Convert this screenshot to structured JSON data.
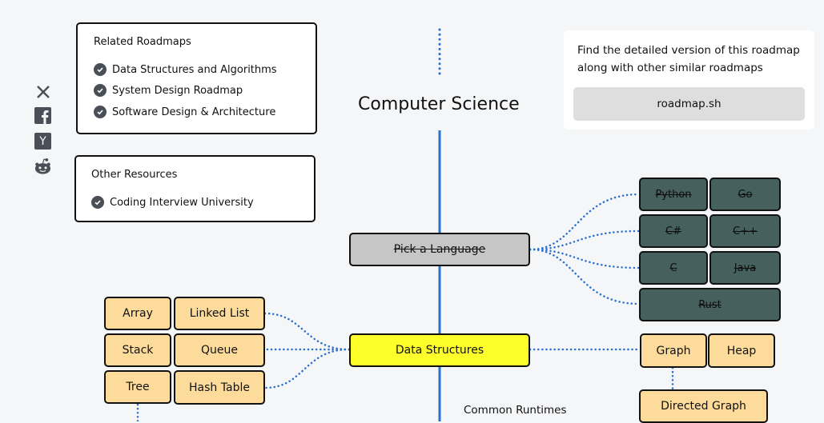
{
  "related_roadmaps": {
    "title": "Related Roadmaps",
    "items": [
      {
        "label": "Data Structures and Algorithms"
      },
      {
        "label": "System Design Roadmap"
      },
      {
        "label": "Software Design & Architecture"
      }
    ]
  },
  "other_resources": {
    "title": "Other Resources",
    "items": [
      {
        "label": "Coding Interview University"
      }
    ]
  },
  "social": {
    "icons": [
      "x-icon",
      "facebook-icon",
      "hackernews-icon",
      "reddit-icon"
    ],
    "hackernews_glyph": "Y"
  },
  "title": "Computer Science",
  "info": {
    "text": "Find the detailed version of this roadmap along with other similar roadmaps",
    "button": "roadmap.sh"
  },
  "pick_language": {
    "label": "Pick a Language",
    "languages": [
      "Python",
      "Go",
      "C#",
      "C++",
      "C",
      "Java",
      "Rust"
    ]
  },
  "data_structures": {
    "label": "Data Structures",
    "left": [
      "Array",
      "Linked List",
      "Stack",
      "Queue",
      "Tree",
      "Hash Table"
    ],
    "right": [
      "Graph",
      "Heap",
      "Directed Graph"
    ]
  },
  "common_runtimes": "Common Runtimes",
  "colors": {
    "spine": "#2b6fd0",
    "dotted": "#2b6fd0",
    "yellow_node": "#fefe2a",
    "orange_node": "#fddc9b",
    "teal_node": "#45605d",
    "gray_node": "#c6c6c6"
  }
}
